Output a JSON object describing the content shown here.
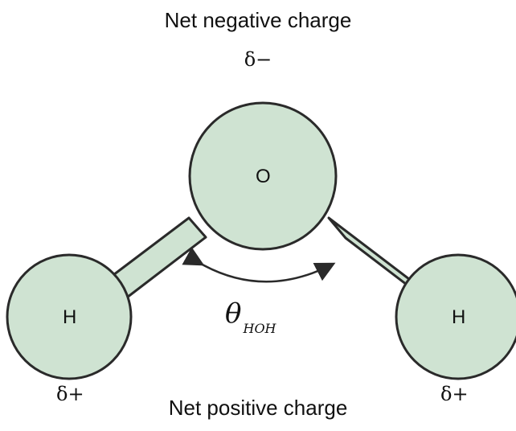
{
  "labels": {
    "top_charge": "Net negative charge",
    "delta_top": "δ−",
    "bottom_charge": "Net positive charge",
    "delta_left": "δ+",
    "delta_right": "δ+"
  },
  "atoms": {
    "oxygen": "O",
    "hydrogen_left": "H",
    "hydrogen_right": "H"
  },
  "angle": {
    "symbol": "θ",
    "subscript": "HOH"
  },
  "colors": {
    "atom_fill": "#cfe3d2",
    "stroke": "#2a2a2a",
    "text": "#111111"
  }
}
